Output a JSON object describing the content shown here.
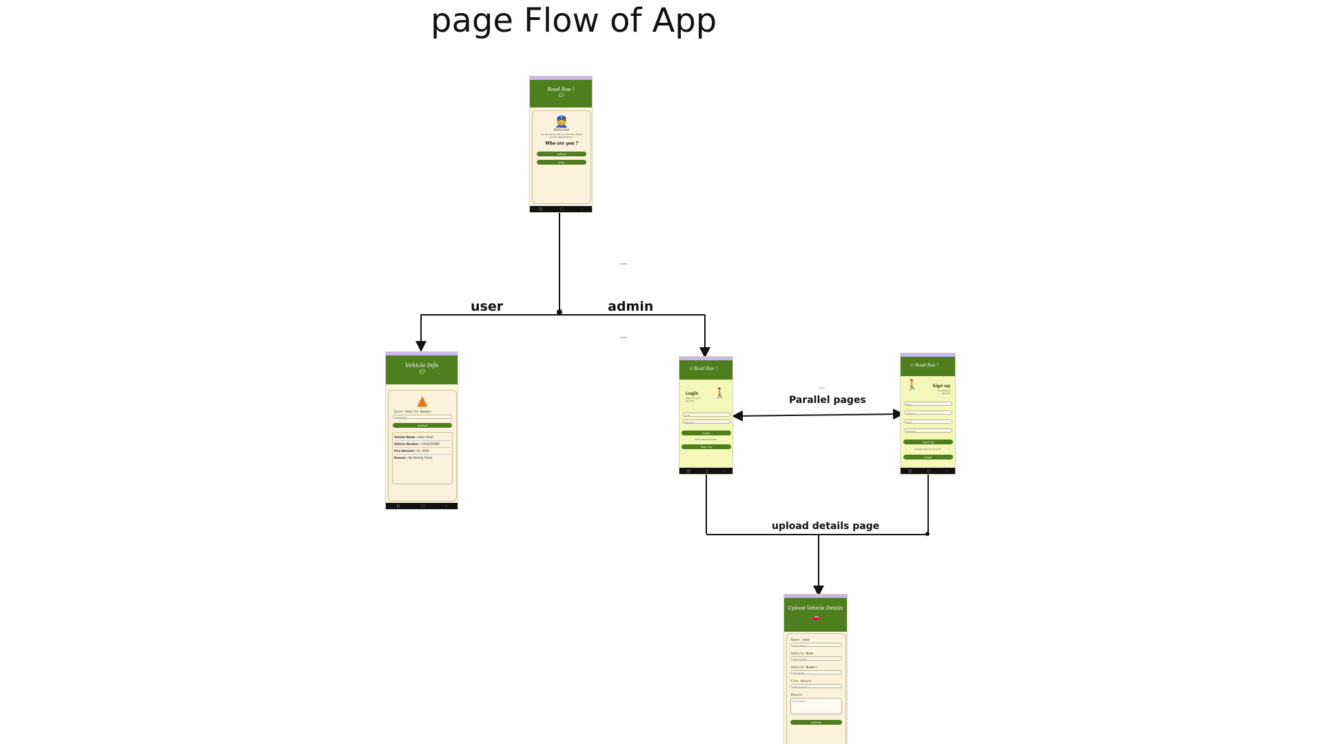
{
  "title": "page Flow of App",
  "labels": {
    "user": "user",
    "admin": "admin",
    "parallel": "Parallel pages",
    "upload": "upload details page"
  },
  "screens": {
    "welcome": {
      "appbar_title": "Road Rae !",
      "heading": "Welcome",
      "subtext": "we are here to help you find the vehicle you are searching for !",
      "question": "Who are you ?",
      "buttons": [
        "Admin",
        "User"
      ]
    },
    "vehicle_info": {
      "appbar_title": "Vehicle Info",
      "field_label": "Enter Vehicle Number",
      "field_value": "TN12AT000",
      "submit": "Submit",
      "rows": [
        {
          "k": "Vehicle Name :",
          "v": "Harin Shah"
        },
        {
          "k": "Vehicle Number :",
          "v": "RAS04ZX686"
        },
        {
          "k": "Fine Amount :",
          "v": "Rs. 5000"
        },
        {
          "k": "Reason :",
          "v": "No Parking Ticket"
        }
      ]
    },
    "login": {
      "appbar_title": "Road Rae !",
      "heading": "Login",
      "subtext": "Sign in to your account",
      "fields": [
        "Email",
        "Password"
      ],
      "login_btn": "Login",
      "alt_text": "Don't have account?",
      "signup_btn": "Sign Up"
    },
    "signup": {
      "appbar_title": "Road Rae !",
      "heading": "Sign up",
      "subtext": "Create your account",
      "fields": [
        "Name",
        "Admin ID",
        "Email",
        "Password"
      ],
      "signup_btn": "Sign Up",
      "alt_text": "Already have an account?",
      "login_btn": "Login"
    },
    "upload": {
      "appbar_title": "Upload Vehicle Details",
      "fields": [
        {
          "label": "Owner name",
          "placeholder": "Owner Name"
        },
        {
          "label": "Vehicle Name",
          "placeholder": "Vehicle Name"
        },
        {
          "label": "Vehicle Number",
          "placeholder": "TN12AT000"
        },
        {
          "label": "Fine Amount",
          "placeholder": "Enter Amount"
        },
        {
          "label": "Reason",
          "placeholder": "Enter Reason"
        }
      ],
      "submit": "Submit"
    }
  },
  "colors": {
    "appbar_green": "#4f7e1f",
    "status_purple": "#c8b6f0",
    "card_cream": "#fbf1dc",
    "auth_yellow": "#f3f7b8"
  }
}
